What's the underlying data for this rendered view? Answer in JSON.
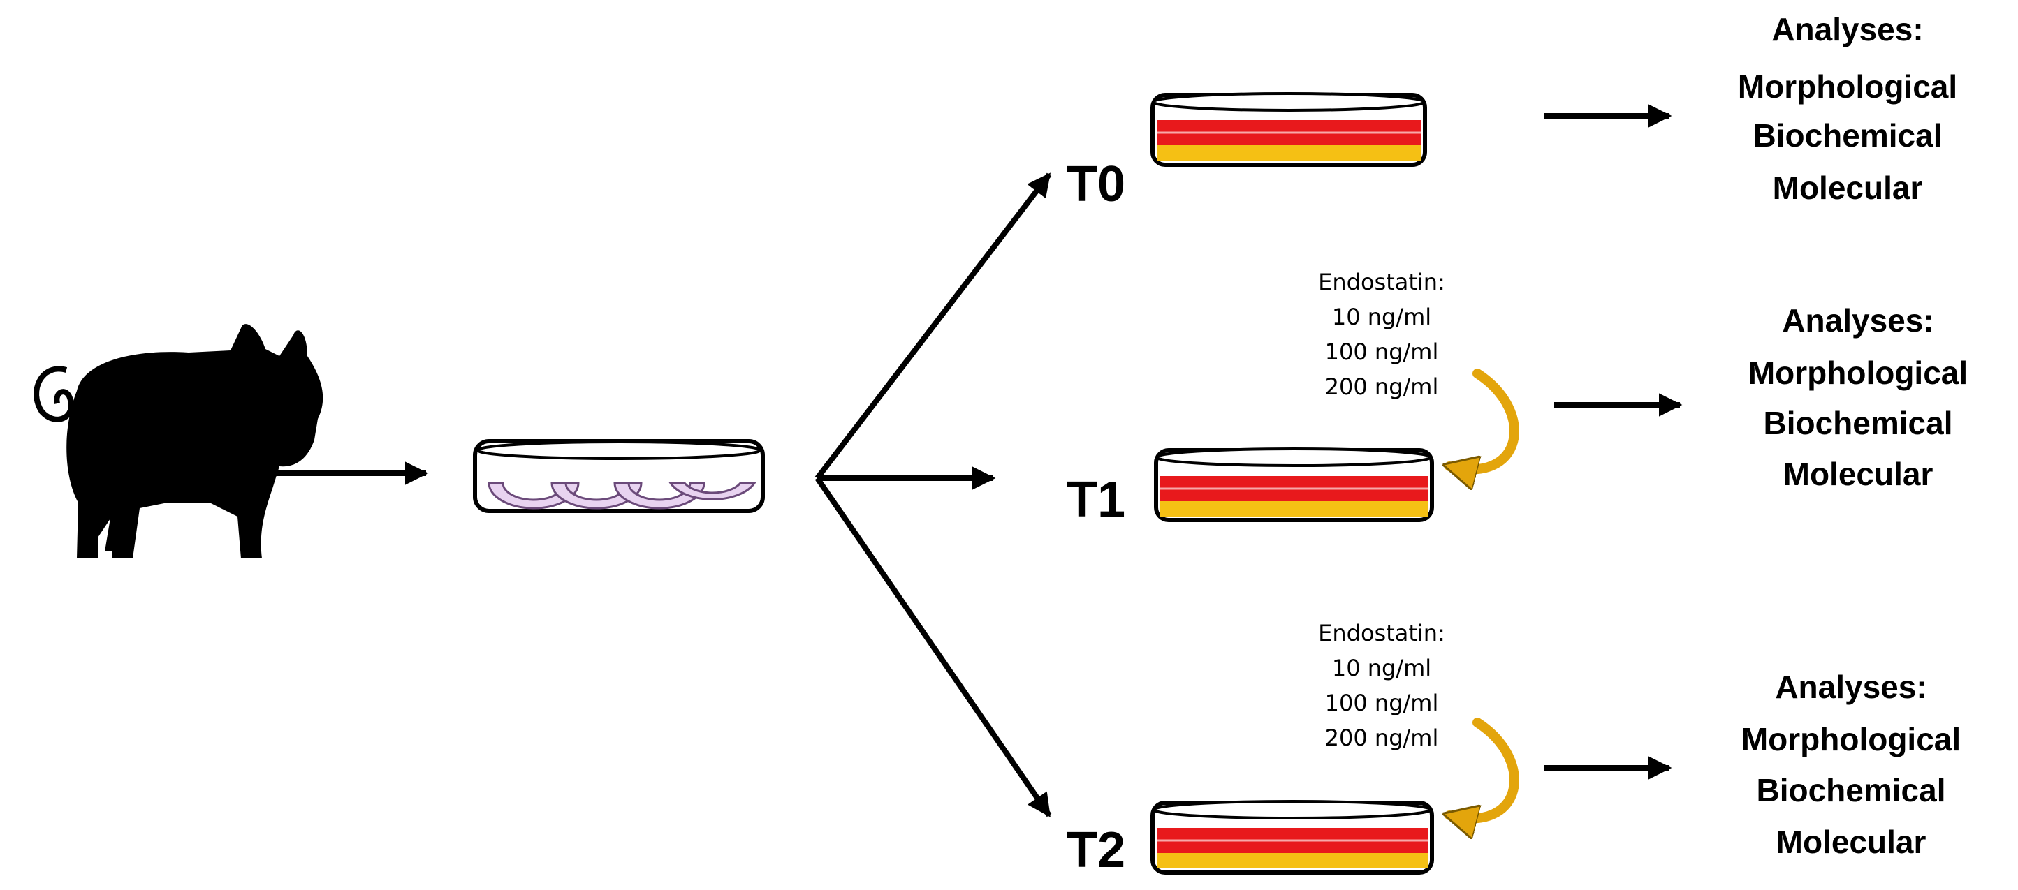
{
  "timepoints": [
    {
      "id": "t0",
      "label": "T0"
    },
    {
      "id": "t1",
      "label": "T1"
    },
    {
      "id": "t2",
      "label": "T2"
    }
  ],
  "analyses": [
    {
      "title": "Analyses:",
      "items": [
        "Morphological",
        "Biochemical",
        "Molecular"
      ]
    },
    {
      "title": "Analyses:",
      "items": [
        "Morphological",
        "Biochemical",
        "Molecular"
      ]
    },
    {
      "title": "Analyses:",
      "items": [
        "Morphological",
        "Biochemical",
        "Molecular"
      ]
    }
  ],
  "treatments": [
    {
      "title": "Endostatin:",
      "doses": [
        "10 ng/ml",
        "100 ng/ml",
        "200 ng/ml"
      ]
    },
    {
      "title": "Endostatin:",
      "doses": [
        "10 ng/ml",
        "100 ng/ml",
        "200 ng/ml"
      ]
    }
  ],
  "colors": {
    "dish_red": "#e8191c",
    "dish_yellow": "#f5c014",
    "tissue": "#e8d3f0",
    "curved_arrow": "#e3a50c",
    "ink": "#000000"
  },
  "icons": [
    "pig-icon",
    "petri-dish-icon",
    "curved-arrow-icon"
  ]
}
